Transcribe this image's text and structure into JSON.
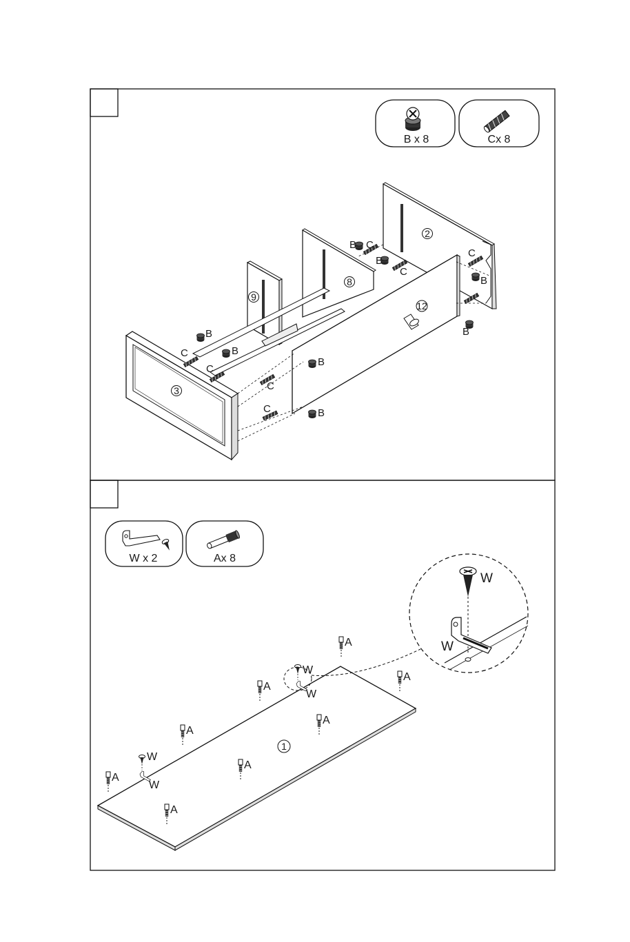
{
  "step1": {
    "parts": [
      {
        "id": "B",
        "label": "B x 8",
        "icon": "cam-lock-icon"
      },
      {
        "id": "C",
        "label": "Cx 8",
        "icon": "wood-dowel-icon"
      }
    ],
    "panel_numbers": {
      "p2": "2",
      "p8": "8",
      "p9": "9",
      "p12": "12",
      "p3": "3"
    },
    "callouts": {
      "B": "B",
      "C": "C"
    }
  },
  "step2": {
    "parts": [
      {
        "id": "W",
        "label": "W x  2",
        "icon": "l-bracket-screw-icon"
      },
      {
        "id": "A",
        "label": "Ax 8",
        "icon": "cam-bolt-icon"
      }
    ],
    "panel_numbers": {
      "p1": "1"
    },
    "callouts": {
      "A": "A",
      "W": "W"
    }
  }
}
